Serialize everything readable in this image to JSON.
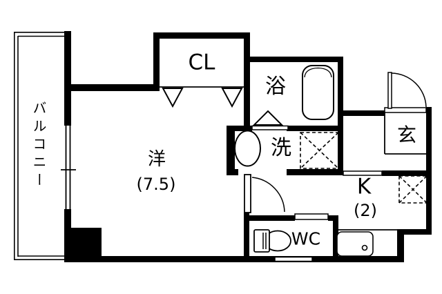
{
  "colors": {
    "line": "#000000",
    "bg": "#ffffff"
  },
  "rooms": {
    "balcony": {
      "label": "バルコニー"
    },
    "western_room": {
      "label": "洋",
      "size": "(7.5)"
    },
    "closet": {
      "label": "CL"
    },
    "bath": {
      "label": "浴"
    },
    "washroom": {
      "label": "洗"
    },
    "entrance": {
      "label": "玄"
    },
    "kitchen": {
      "label": "K",
      "size": "(2)"
    },
    "toilet": {
      "label": "WC"
    }
  }
}
